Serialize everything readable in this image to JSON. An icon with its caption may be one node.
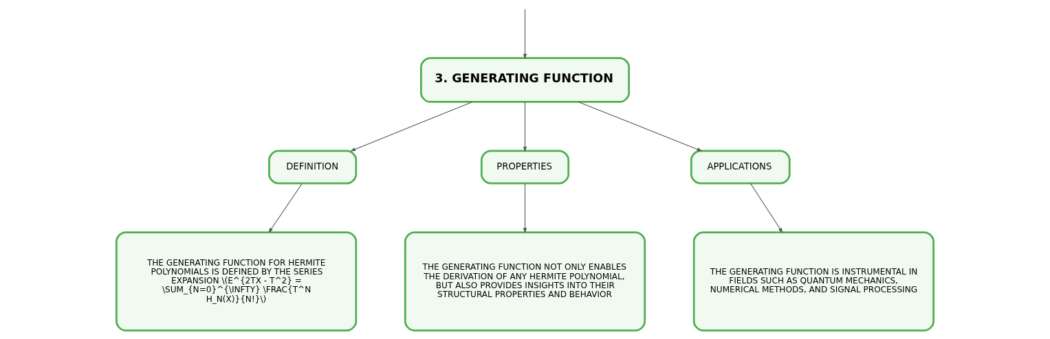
{
  "diagram": {
    "nodes": [
      {
        "text": [
          "3. GENERATING FUNCTION"
        ]
      },
      {
        "text": [
          "DEFINITION"
        ]
      },
      {
        "text": [
          "PROPERTIES"
        ]
      },
      {
        "text": [
          "APPLICATIONS"
        ]
      },
      {
        "text": [
          "THE GENERATING FUNCTION FOR HERMITE POLYNOMIALS IS DEFINED BY THE SERIES EXPANSION \\(E^{2TX - T^2} = \\SUM_{N=0}^{\\INFTY} \\FRAC{T^N H_N(X)}{N!}\\)"
        ]
      },
      {
        "text": [
          "THE GENERATING FUNCTION NOT ONLY ENABLES THE DERIVATION OF ANY HERMITE POLYNOMIAL, BUT ALSO PROVIDES INSIGHTS INTO THEIR STRUCTURAL PROPERTIES AND BEHAVIOR"
        ]
      },
      {
        "text": [
          "THE GENERATING FUNCTION IS INSTRUMENTAL IN FIELDS SUCH AS QUANTUM MECHANICS, NUMERICAL METHODS, AND SIGNAL PROCESSING"
        ]
      }
    ],
    "edges": [
      {
        "from": null,
        "to": 0,
        "arrow": "to"
      },
      {
        "from": 0,
        "to": 1,
        "arrow": "to"
      },
      {
        "from": 0,
        "to": 2,
        "arrow": "to"
      },
      {
        "from": 0,
        "to": 3,
        "arrow": "to"
      },
      {
        "from": 1,
        "to": 4,
        "arrow": "to"
      },
      {
        "from": 2,
        "to": 5,
        "arrow": "to"
      },
      {
        "from": 3,
        "to": 6,
        "arrow": "to"
      }
    ]
  }
}
